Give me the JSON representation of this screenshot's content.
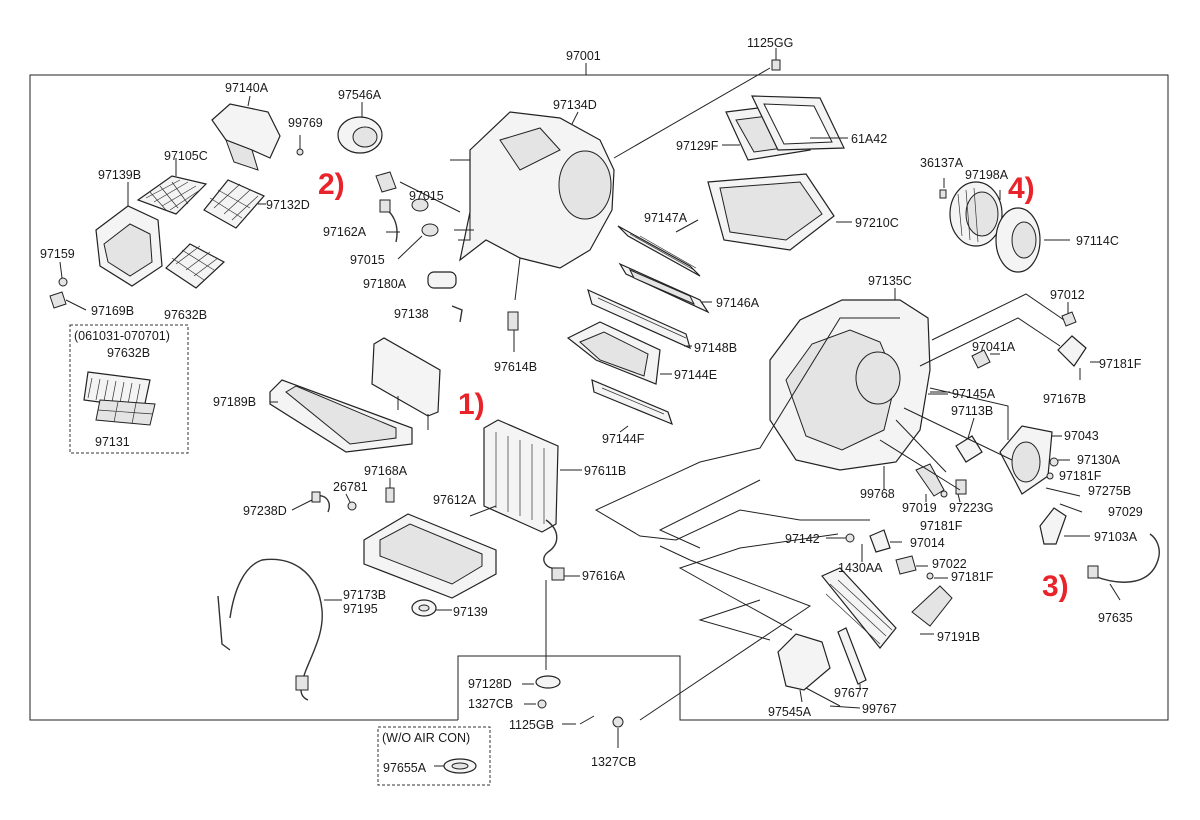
{
  "assembly_code": "97001",
  "boxes": {
    "variant_box_title": "(061031-070701)",
    "woac_box_title": "(W/O AIR CON)"
  },
  "markers": {
    "m1": "1)",
    "m2": "2)",
    "m3": "3)",
    "m4": "4)",
    "color": "#e8232a"
  },
  "labels": {
    "p1125GG": "1125GG",
    "p97140A": "97140A",
    "p97546A": "97546A",
    "p97134D": "97134D",
    "p99769": "99769",
    "p97129F": "97129F",
    "p61A42": "61A42",
    "p97105C": "97105C",
    "p36137A": "36137A",
    "p97198A": "97198A",
    "p97139B": "97139B",
    "p97015a": "97015",
    "p97132D": "97132D",
    "p97210C": "97210C",
    "p97162A": "97162A",
    "p97147A": "97147A",
    "p97114C": "97114C",
    "p97159": "97159",
    "p97015b": "97015",
    "p97180A": "97180A",
    "p97135C": "97135C",
    "p97169B": "97169B",
    "p97632Ba": "97632B",
    "p97146A": "97146A",
    "p97012": "97012",
    "p97138": "97138",
    "p97632Bb": "97632B",
    "p97148B": "97148B",
    "p97041A": "97041A",
    "p97614B": "97614B",
    "p97181Fa": "97181F",
    "p97144E": "97144E",
    "p97167B": "97167B",
    "p97189B": "97189B",
    "p97145A": "97145A",
    "p97113B": "97113B",
    "p97131": "97131",
    "p97144F": "97144F",
    "p97043": "97043",
    "p97168A": "97168A",
    "p97611B": "97611B",
    "p97130A": "97130A",
    "p26781": "26781",
    "p97181Fb": "97181F",
    "p99768": "99768",
    "p97275B": "97275B",
    "p97238D": "97238D",
    "p97612A": "97612A",
    "p97019": "97019",
    "p97223G": "97223G",
    "p97029": "97029",
    "p97181Fc": "97181F",
    "p97142": "97142",
    "p97014": "97014",
    "p97103A": "97103A",
    "p97022": "97022",
    "p1430AA": "1430AA",
    "p97181Fd": "97181F",
    "p97616A": "97616A",
    "p97173B": "97173B",
    "p97195": "97195",
    "p97139": "97139",
    "p97635": "97635",
    "p97191B": "97191B",
    "p97128D": "97128D",
    "p97677": "97677",
    "p1327CBa": "1327CB",
    "p97545A": "97545A",
    "p99767": "99767",
    "p1125GB": "1125GB",
    "p97655A": "97655A",
    "p1327CBb": "1327CB"
  }
}
